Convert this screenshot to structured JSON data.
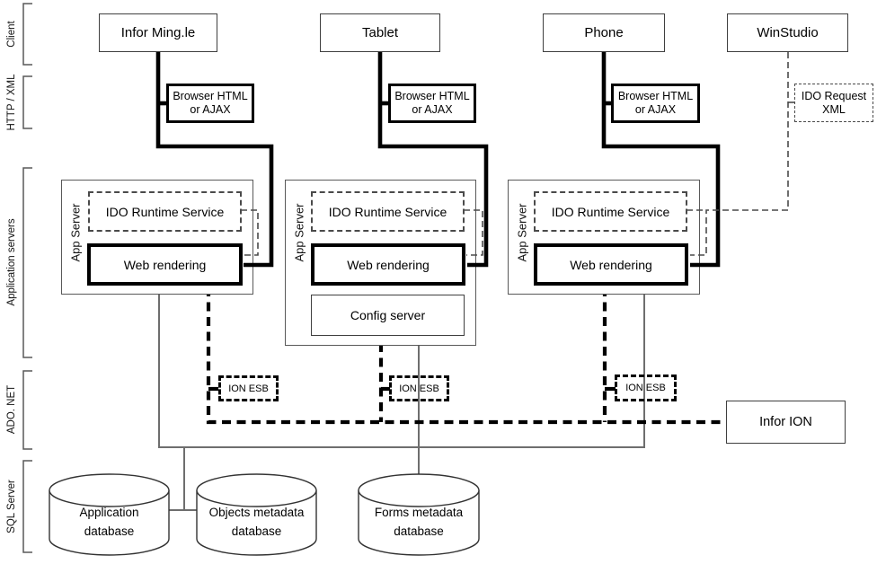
{
  "diagram": {
    "layers": {
      "client": "Client",
      "http_xml": "HTTP / XML",
      "application_servers": "Application servers",
      "ado_net": "ADO. NET",
      "sql_server": "SQL Server"
    },
    "clients": {
      "infor_mingle": "Infor Ming.le",
      "tablet": "Tablet",
      "phone": "Phone",
      "winstudio": "WinStudio"
    },
    "http_layer": {
      "browser": "Browser HTML\nor AJAX",
      "ido_request": "IDO Request\nXML"
    },
    "app_server": {
      "container": "App Server",
      "ido_runtime": "IDO Runtime Service",
      "web_rendering": "Web rendering",
      "config_server": "Config server"
    },
    "ado_layer": {
      "ion_esb": "ION ESB",
      "infor_ion": "Infor ION"
    },
    "databases": {
      "application": "Application\ndatabase",
      "objects": "Objects metadata\ndatabase",
      "forms": "Forms metadata\ndatabase"
    },
    "colors": {
      "thick_line": "#000000",
      "thin_line": "#6e6e6e",
      "dashed_line": "#4a4a4a",
      "box_border": "#3f3f3f"
    }
  }
}
